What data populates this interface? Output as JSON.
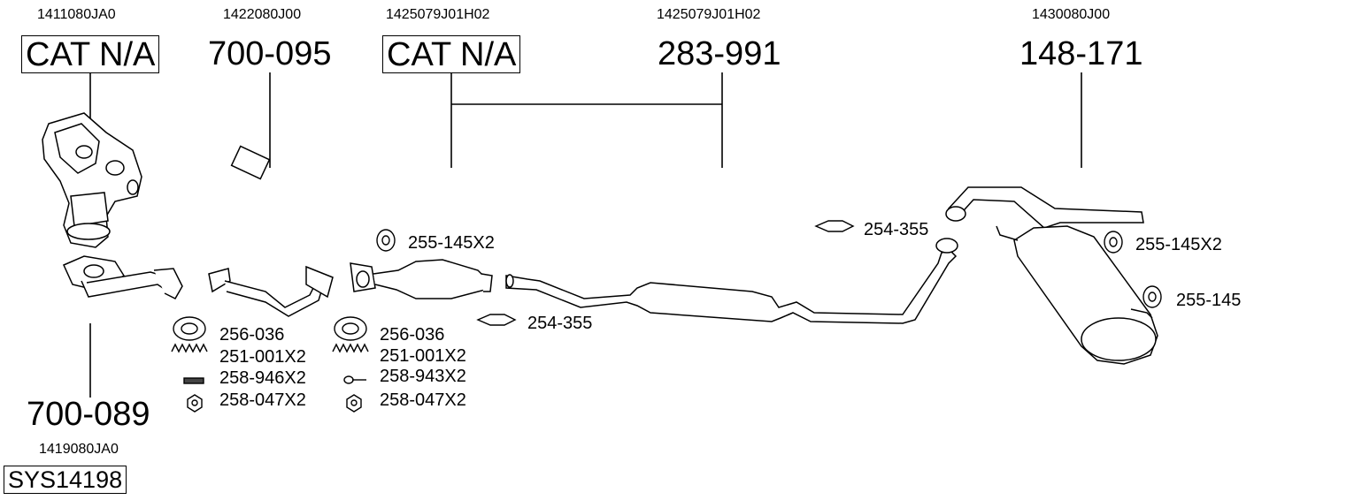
{
  "parts": {
    "manifold_cat": {
      "oem": "1411080JA0",
      "code": "CAT N/A"
    },
    "front_pipe_2": {
      "oem": "1422080J00",
      "code": "700-095"
    },
    "catalyst": {
      "oem": "1425079J01H02",
      "code": "CAT N/A"
    },
    "center_pipe": {
      "oem": "1425079J01H02",
      "code": "283-991"
    },
    "rear_silencer": {
      "oem": "1430080J00",
      "code": "148-171"
    },
    "front_pipe_1": {
      "code": "700-089",
      "oem": "1419080JA0"
    }
  },
  "system": {
    "code": "SYS14198"
  },
  "fittings": {
    "left": [
      "256-036",
      "251-001X2",
      "258-946X2",
      "258-047X2"
    ],
    "middle": [
      "256-036",
      "251-001X2",
      "258-943X2",
      "258-047X2"
    ],
    "clamp_mid": "254-355",
    "mount_mid": "255-145X2",
    "clamp_right": "254-355",
    "mount_right_1": "255-145X2",
    "mount_right_2": "255-145"
  }
}
